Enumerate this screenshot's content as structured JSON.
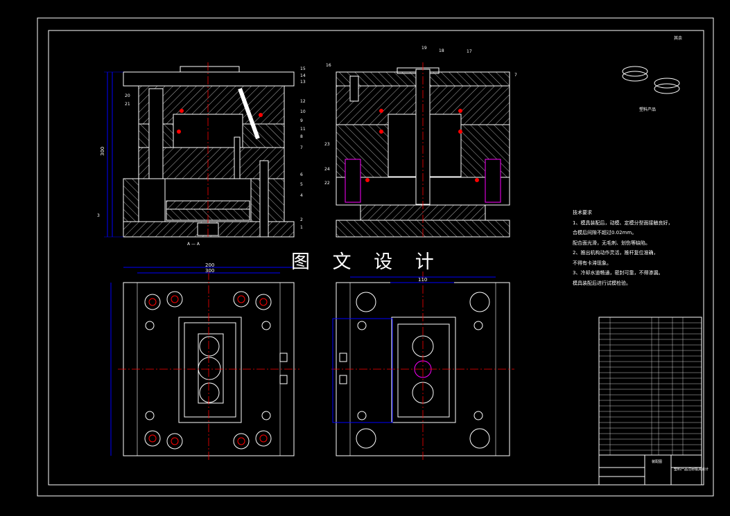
{
  "watermark": "图 文 设 计",
  "section_label": "A — A",
  "product_caption": "塑料产品",
  "top_mark": "其余",
  "notes_title": "技术要求",
  "notes": [
    "1、模具装配后，动模、定模分型面接触良好，",
    "  合模后间隙不超过0.02mm。",
    "  配合面光滑，无毛刺、划伤等缺陷。",
    "2、推出机构动作灵活，推杆复位准确，",
    "  不得有卡滞现象。",
    "3、冷却水道畅通，密封可靠，不得渗漏。",
    "  模具装配后进行试模检验。"
  ],
  "leaders_left": [
    "15",
    "14",
    "13",
    "12",
    "10",
    "9",
    "11",
    "8",
    "7",
    "6",
    "5",
    "4",
    "2",
    "1",
    "20",
    "21",
    "3"
  ],
  "leaders_right": [
    "19",
    "18",
    "17",
    "16",
    "7",
    "23",
    "24",
    "22"
  ],
  "dims": {
    "left_width_outer": "200",
    "left_width_inner": "300",
    "right_width": "110",
    "left_height": "300"
  },
  "title_block": {
    "drawing_title": "塑料产品注射模具设计",
    "sheet_label": "装配图"
  },
  "colors": {
    "background": "#000000",
    "line": "#ffffff",
    "dim": "#0000ff",
    "center": "#ff0000",
    "leader": "#00ff00",
    "part": "#ff00ff"
  }
}
